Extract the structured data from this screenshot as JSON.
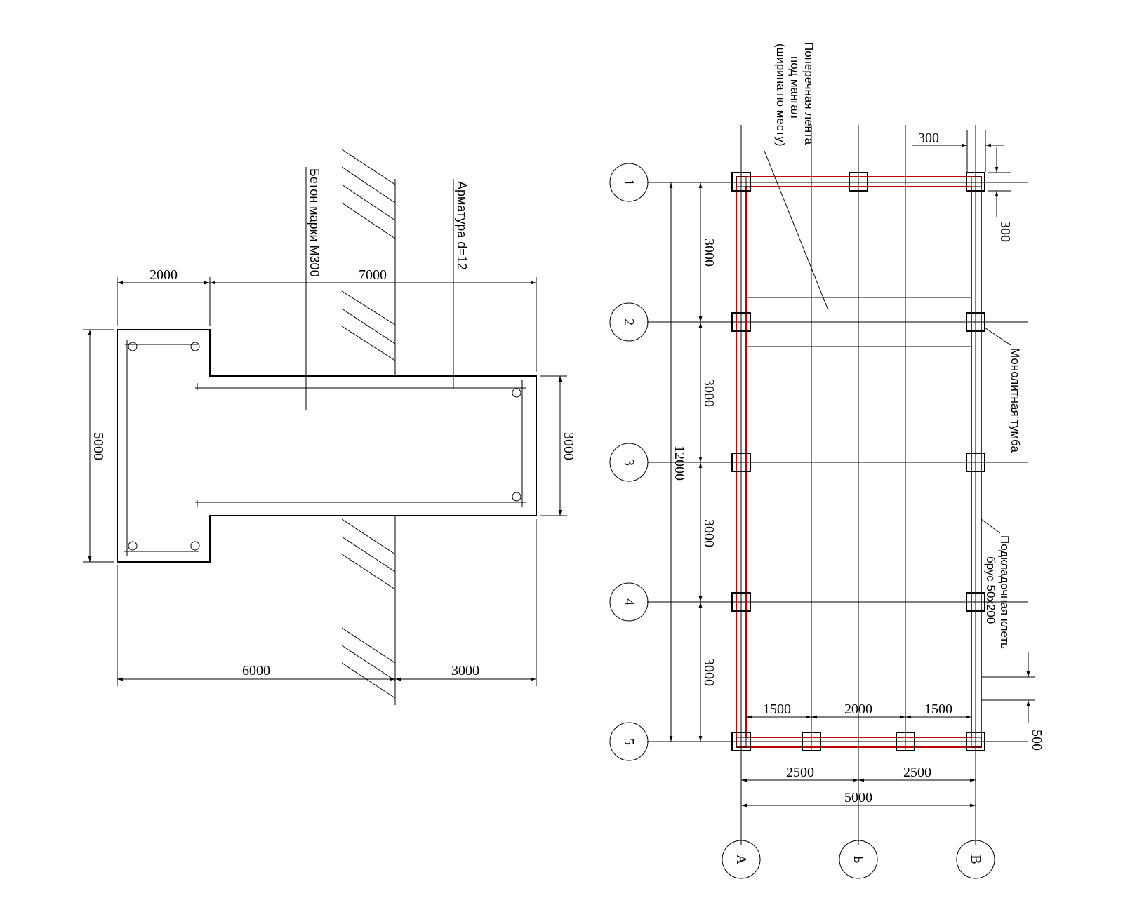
{
  "section": {
    "dim_top_left": "2000",
    "dim_top_right": "7000",
    "dim_left": "5000",
    "dim_right": "3000",
    "dim_bottom_left": "6000",
    "dim_bottom_right": "3000",
    "label_concrete": "Бетон марки М300",
    "label_rebar": "Арматура d=12"
  },
  "plan": {
    "axes_rows": [
      "1",
      "2",
      "3",
      "4",
      "5"
    ],
    "axes_cols": [
      "А",
      "Б",
      "В"
    ],
    "row_dims": [
      "3000",
      "3000",
      "3000",
      "3000"
    ],
    "total_row_dim": "12000",
    "inner_dims": [
      "1500",
      "2000",
      "1500"
    ],
    "col_dims": [
      "2500",
      "2500"
    ],
    "total_col_dim": "5000",
    "dim_300_top": "300",
    "dim_300_side": "300",
    "dim_500": "500",
    "label_cross_tape": [
      "Поперечная лента",
      "под мангал",
      "(ширина по месту)"
    ],
    "label_pillar": "Монолитная тумба",
    "label_cage": [
      "Подкладочная клеть",
      "брус 50х200"
    ]
  },
  "colors": {
    "outline": "#000000",
    "beam": "#c00000"
  }
}
